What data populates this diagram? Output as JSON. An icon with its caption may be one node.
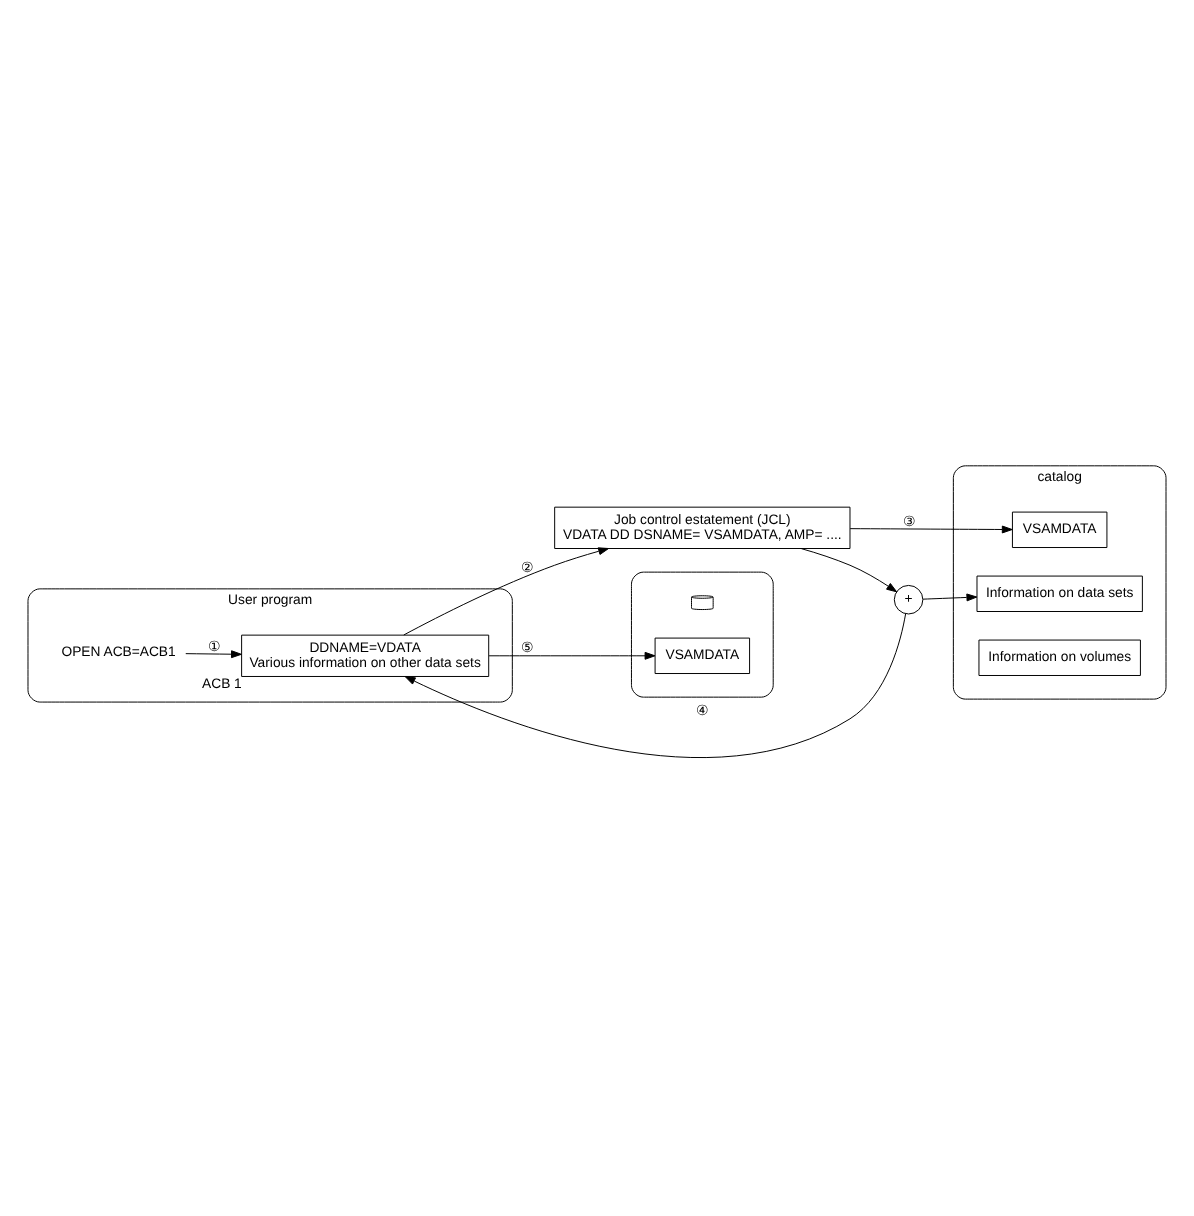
{
  "diagram": {
    "nodes": [
      {
        "text": [
          "Job control estatement (JCL)",
          "VDATA DD DSNAME= VSAMDATA, AMP= ...."
        ]
      },
      {
        "text": [
          "catalog"
        ]
      },
      {
        "text": [
          "VSAMDATA"
        ],
        "in": 1
      },
      {
        "text": [
          "Information on data sets"
        ],
        "in": 1
      },
      {
        "text": [
          "Information on volumes"
        ],
        "in": 1
      },
      {
        "text": [
          "User program"
        ]
      },
      {
        "text": [
          "OPEN ACB=ACB1"
        ],
        "in": 5
      },
      {
        "text": [
          "DDNAME=VDATA",
          "Various information on other data sets"
        ],
        "beside": [
          "ACB 1"
        ],
        "in": 5
      },
      {
        "text": [
          "+"
        ]
      },
      {
        "text": [],
        "shape": "cylinder"
      },
      {
        "text": [
          "VSAMDATA"
        ],
        "in": 9
      }
    ],
    "edges": [
      {
        "from": 6,
        "to": 7,
        "arrow": "to",
        "label": "①"
      },
      {
        "from": 7,
        "to": 0,
        "arrow": "to",
        "label": "②"
      },
      {
        "from": 0,
        "to": 2,
        "arrow": "to",
        "label": "③"
      },
      {
        "from": 0,
        "to": 8,
        "arrow": "to"
      },
      {
        "from": 8,
        "to": 3,
        "arrow": "to"
      },
      {
        "from": 8,
        "to": 7,
        "arrow": "to",
        "label": "④"
      },
      {
        "from": 7,
        "to": 10,
        "arrow": "to",
        "label": "⑤"
      }
    ]
  }
}
